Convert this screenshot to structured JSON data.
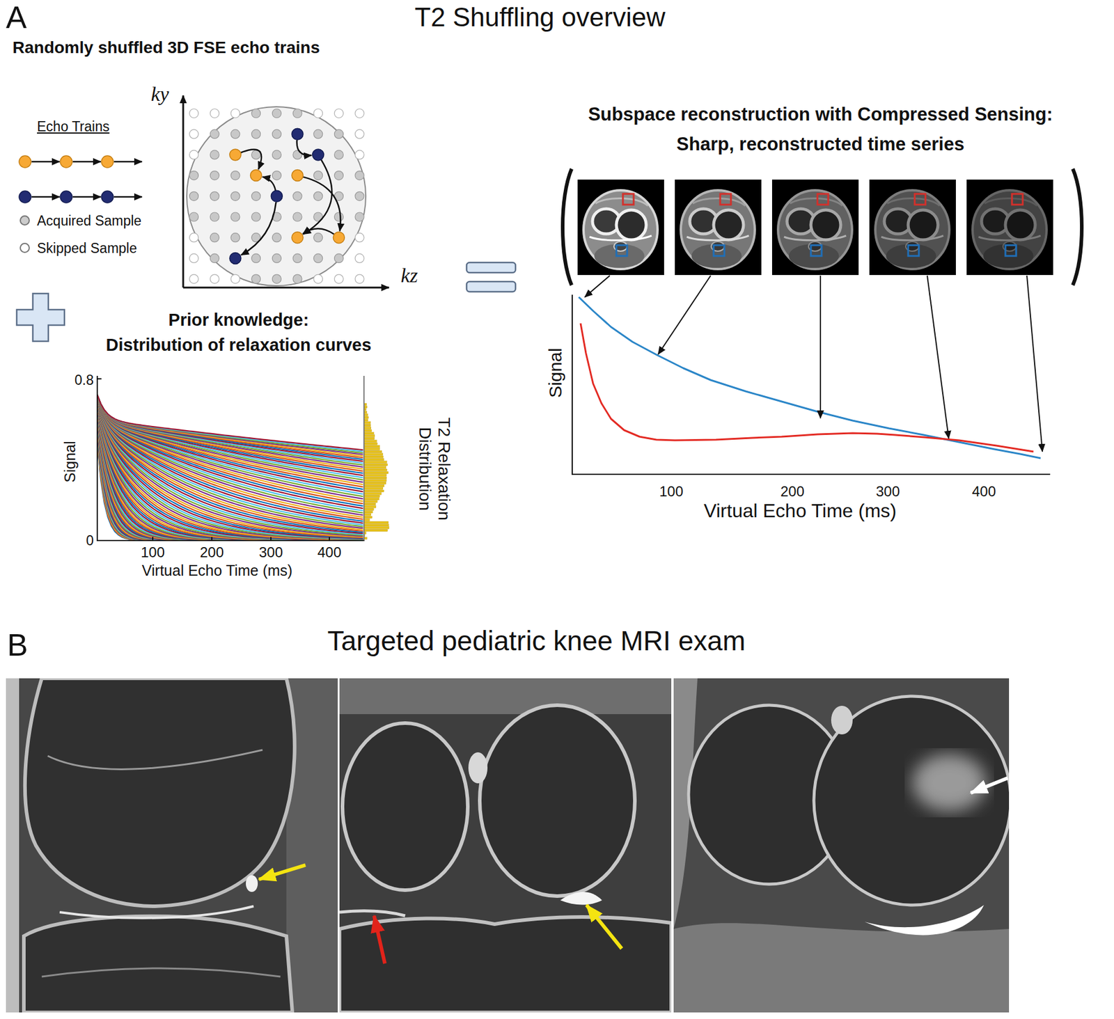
{
  "diagram": {
    "title": "T2 Shuffling overview",
    "labels": [
      "A",
      "Randomly shuffled 3D FSE echo trains",
      "Echo Trains",
      "ky",
      "kz",
      "Prior knowledge:",
      "Distribution of relaxation curves",
      "0.8",
      "0",
      "Signal",
      "100",
      "200",
      "300",
      "400",
      "Virtual Echo Time (ms)",
      "T2 Relaxation Distribution",
      "Subspace reconstruction with Compressed Sensing:",
      "Sharp, reconstructed time series",
      "Signal",
      "100",
      "200",
      "300",
      "400",
      "Virtual Echo Time (ms)",
      "B",
      "Targeted pediatric knee MRI exam"
    ],
    "legend": [
      {
        "text": "Acquired Sample",
        "color": "#cccccc"
      },
      {
        "text": "Skipped Sample",
        "color": "#ffffff"
      }
    ]
  }
}
